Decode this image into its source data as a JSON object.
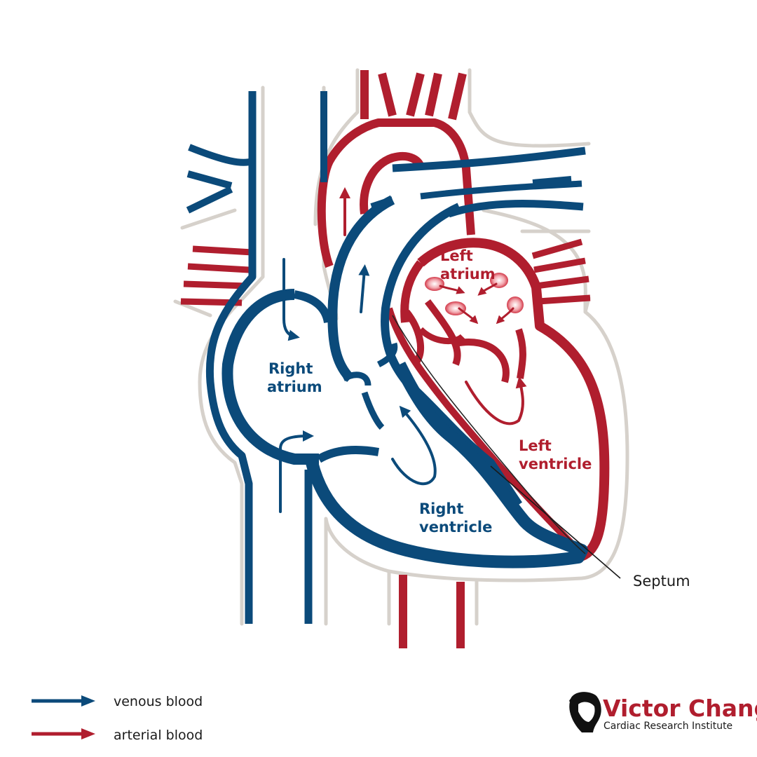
{
  "labels": {
    "right_atrium_1": "Right",
    "right_atrium_2": "atrium",
    "left_atrium_1": "Left",
    "left_atrium_2": "atrium",
    "left_ventricle_1": "Left",
    "left_ventricle_2": "ventricle",
    "right_ventricle_1": "Right",
    "right_ventricle_2": "ventricle",
    "septum": "Septum"
  },
  "legend": {
    "venous": "venous blood",
    "arterial": "arterial blood"
  },
  "logo": {
    "title": "Victor Chang",
    "subtitle": "Cardiac Research Institute"
  },
  "colors": {
    "venous": "#0b4a7a",
    "arterial": "#b01e2e",
    "outline": "#d6d1cb"
  }
}
